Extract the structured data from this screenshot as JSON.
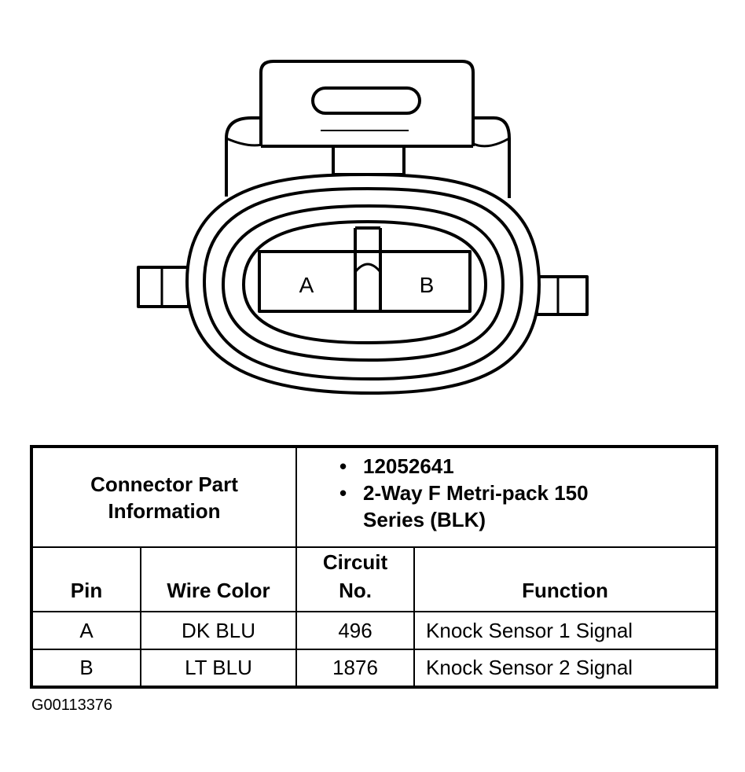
{
  "connector": {
    "pin_a_label": "A",
    "pin_b_label": "B"
  },
  "table": {
    "part_info_label": "Connector Part Information",
    "part_info_items": [
      "12052641",
      "2-Way F Metri-pack 150 Series (BLK)"
    ],
    "bullet_char": "•",
    "headers": {
      "pin": "Pin",
      "wire_color": "Wire Color",
      "circuit_no": "Circuit No.",
      "function": "Function"
    },
    "rows": [
      {
        "pin": "A",
        "wire_color": "DK BLU",
        "circuit": "496",
        "function": "Knock Sensor 1 Signal"
      },
      {
        "pin": "B",
        "wire_color": "LT BLU",
        "circuit": "1876",
        "function": "Knock Sensor 2 Signal"
      }
    ]
  },
  "figure_id": "G00113376"
}
